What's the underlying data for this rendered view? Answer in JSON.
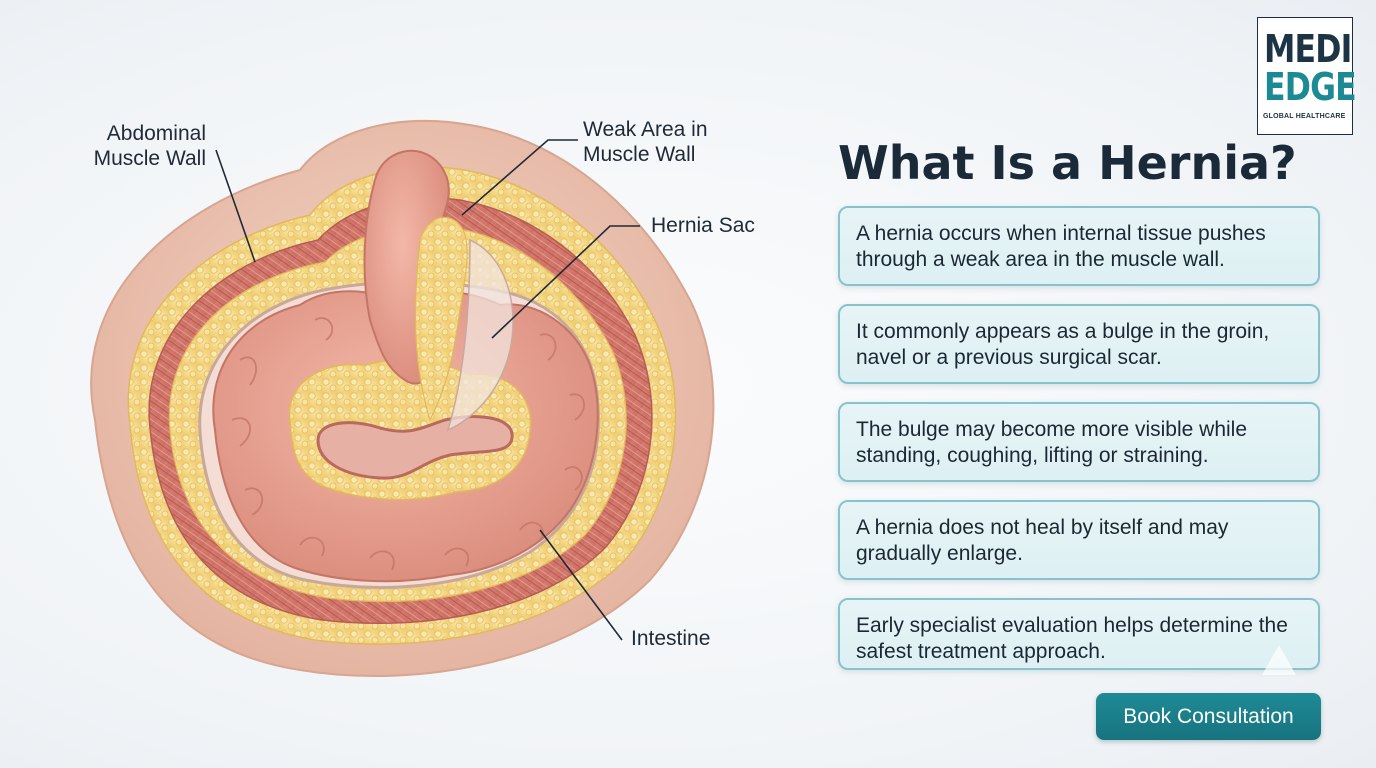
{
  "logo": {
    "line1": "MEDI",
    "line2": "EDGE",
    "subtitle": "GLOBAL HEALTHCARE"
  },
  "title": "What Is a Hernia?",
  "illustration": {
    "labels": {
      "abdominal_wall": "Abdominal Muscle Wall",
      "weak_area": "Weak Area in Muscle Wall",
      "hernia_sac": "Hernia Sac",
      "intestine": "Intestine"
    }
  },
  "facts": [
    "A hernia occurs when internal tissue pushes through a weak area in the muscle wall.",
    "It commonly appears as a bulge in the groin, navel or a previous surgical scar.",
    "The bulge may become more visible while standing, coughing, lifting or straining.",
    "A hernia does not heal by itself and may gradually enlarge.",
    "Early specialist evaluation helps determine the safest treatment approach."
  ],
  "cta": {
    "label": "Book Consultation"
  },
  "colors": {
    "brand_teal": "#1b8a94",
    "brand_navy": "#1d3447",
    "card_border": "#86c3cc",
    "card_fill": "#e2f2f5"
  }
}
